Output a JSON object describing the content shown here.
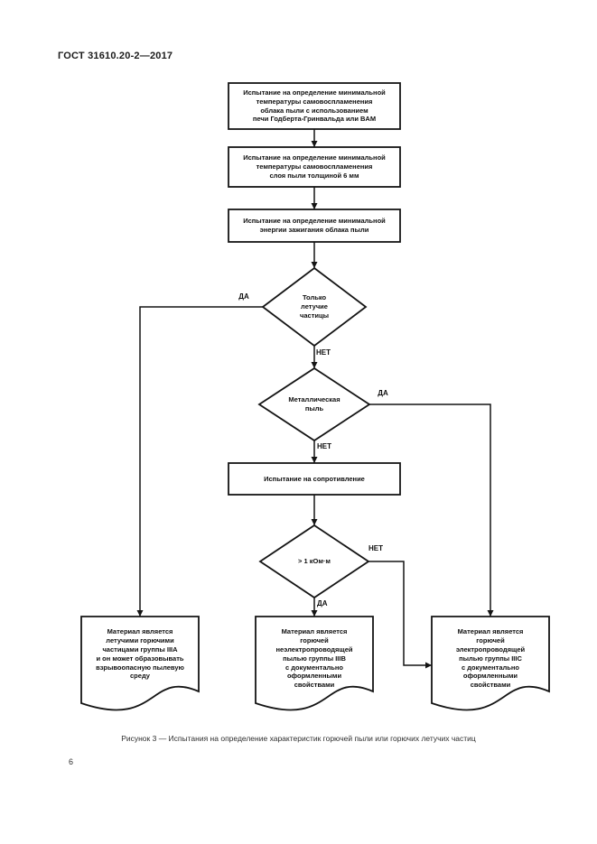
{
  "page": {
    "header": "ГОСТ 31610.20-2—2017",
    "page_number": "6",
    "caption": "Рисунок 3 — Испытания на определение характеристик горючей пыли или горючих летучих частиц"
  },
  "flowchart": {
    "boxes": {
      "test_ignition_temp_cloud": "Испытание на определение минимальной\nтемпературы самовоспламенения\nоблака пыли с использованием\nпечи Годберта-Гринвальда или BAM",
      "test_ignition_temp_layer": "Испытание на определение минимальной\nтемпературы самовоспламенения\nслоя пыли толщиной 6 мм",
      "test_ignition_energy": "Испытание на определение минимальной\nэнергии зажигания облака пыли",
      "test_resistance": "Испытание на сопротивление"
    },
    "decisions": {
      "only_flyings": "Только\nлетучие\nчастицы",
      "metallic_dust": "Металлическая\nпыль",
      "resistance_threshold": "> 1 кОм·м"
    },
    "labels": {
      "yes": "ДА",
      "no": "НЕТ"
    },
    "documents": {
      "group_iiia": "Материал является\nлетучими горючими\nчастицами группы IIIA\nи он может образовывать\nвзрывоопасную пылевую\nсреду",
      "group_iiib": "Материал является\nгорючей\nнеэлектропроводящей\nпылью группы IIIB\nс документально\nоформленными\nсвойствами",
      "group_iiic": "Материал является\nгорючей\nэлектропроводящей\nпылью группы IIIC\nс документально\nоформленными\nсвойствами"
    }
  }
}
